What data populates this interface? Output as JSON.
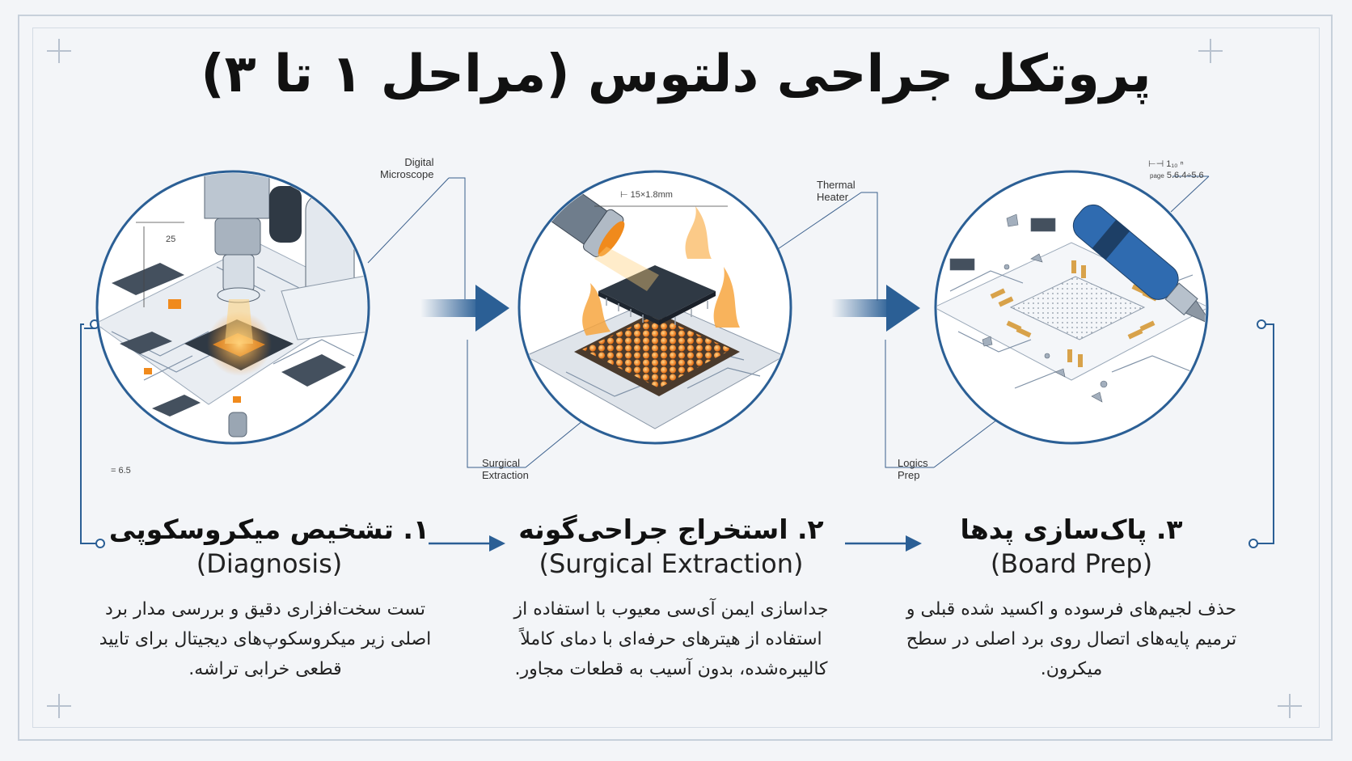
{
  "title": "پروتکل جراحی دلتوس (مراحل ۱ تا ۳)",
  "stages": [
    {
      "title": "۱. تشخیص میکروسکوپی",
      "subtitle": "(Diagnosis)",
      "description": "تست سخت‌افزاری دقیق و بررسی مدار برد اصلی زیر میکروسکوپ‌های دیجیتال برای تایید قطعی خرابی تراشه.",
      "callout": "Digital\nMicroscope",
      "dim_top": "25",
      "dim_bottom": "= 6.5"
    },
    {
      "title": "۲. استخراج جراحی‌گونه",
      "subtitle": "(Surgical Extraction)",
      "description": "جداسازی ایمن آی‌سی معیوب با استفاده از استفاده از هیترهای حرفه‌ای با دمای کاملاً کالیبره‌شده، بدون آسیب به قطعات مجاور.",
      "callout_top": "Thermal\nHeater",
      "callout_bottom": "Surgical\nExtraction",
      "dim_top": "15×1.8mm"
    },
    {
      "title": "۳. پاک‌سازی پدها",
      "subtitle": "(Board Prep)",
      "description": "حذف لجیم‌های فرسوده و اکسید شده قبلی و ترمیم پایه‌های اتصال روی برد اصلی در سطح میکرون.",
      "callout": "Logics\nPrep",
      "dim_top": "5.6.4÷5.6",
      "dim_label": "page"
    }
  ],
  "colors": {
    "accent": "#2b5f95",
    "orange": "#f08a1c",
    "line": "#3a5f8c"
  }
}
